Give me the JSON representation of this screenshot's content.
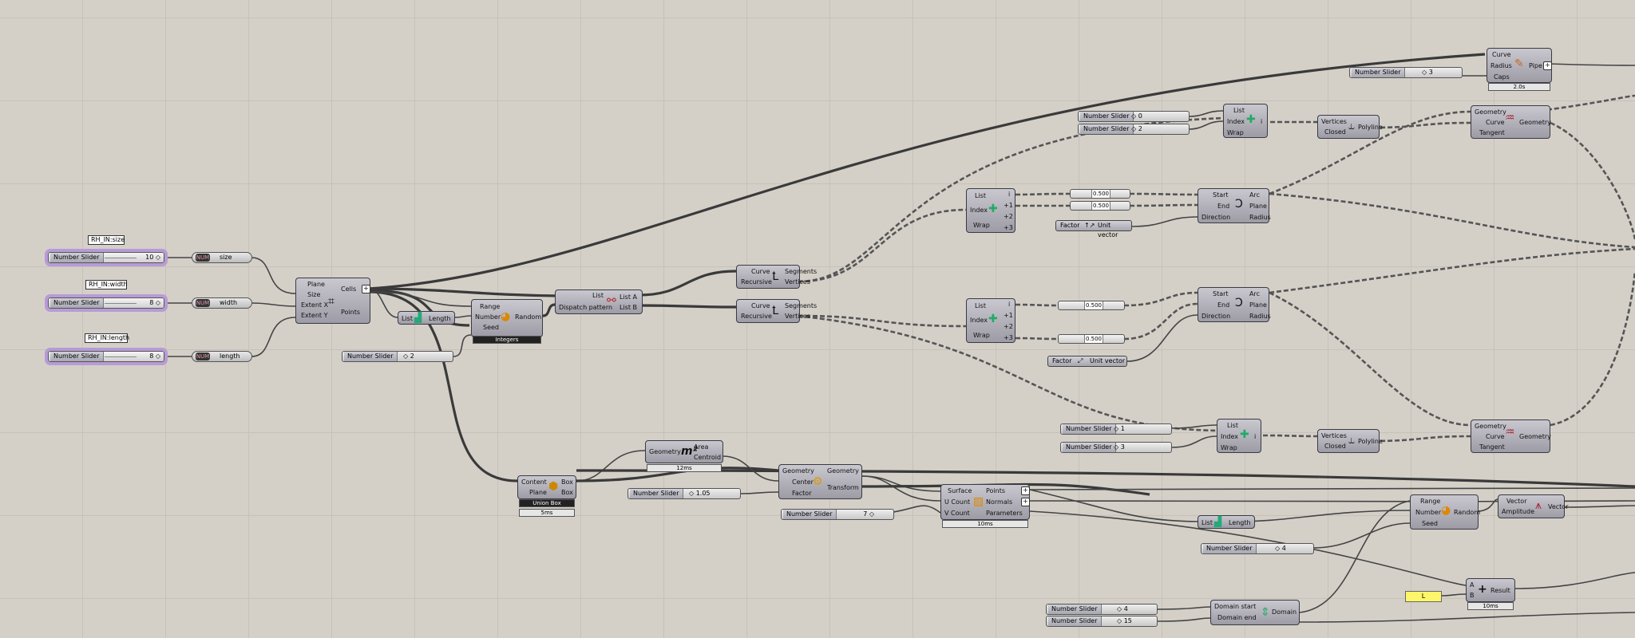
{
  "canvas": {
    "grid_color": "#c6c2ba",
    "background": "#d4d0c8",
    "selection": "#b79bd6"
  },
  "captions": {
    "size": "RH_IN:size",
    "width": "RH_IN:width",
    "length": "RH_IN:length"
  },
  "sliders": {
    "size": {
      "name": "Number Slider",
      "value": "10 ◇"
    },
    "width": {
      "name": "Number Slider",
      "value": "8 ◇"
    },
    "length": {
      "name": "Number Slider",
      "value": "8 ◇"
    },
    "s2": {
      "name": "Number Slider",
      "value": "◇ 2"
    },
    "pipe": {
      "name": "Number Slider",
      "value": "◇ 3"
    },
    "top0": {
      "name": "Number Slider",
      "value": "◇ 0"
    },
    "top2": {
      "name": "Number Slider",
      "value": "◇ 2"
    },
    "mid1": {
      "name": "Number Slider",
      "value": "◇ 1"
    },
    "mid3": {
      "name": "Number Slider",
      "value": "◇ 3"
    },
    "scale": {
      "name": "Number Slider",
      "value": "◇ 1.05"
    },
    "count": {
      "name": "Number Slider",
      "value": "7 ◇"
    },
    "seed": {
      "name": "Number Slider",
      "value": "◇ 4"
    },
    "dstart": {
      "name": "Number Slider",
      "value": "◇ 4"
    },
    "dend": {
      "name": "Number Slider",
      "value": "◇ 15"
    }
  },
  "params": {
    "size": "size",
    "width": "width",
    "length": "length",
    "icon": "NUM"
  },
  "rect": {
    "in": [
      "Plane",
      "Size",
      "Extent X",
      "Extent Y"
    ],
    "out": [
      "Cells",
      "Points"
    ]
  },
  "listlen": {
    "in": "List",
    "out": "Length"
  },
  "random": {
    "in": [
      "Range",
      "Number",
      "Seed"
    ],
    "out": "Random",
    "footer": "Integers"
  },
  "dispatch": {
    "in": [
      "List",
      "Dispatch pattern"
    ],
    "out": [
      "List A",
      "List B"
    ]
  },
  "explode": {
    "in": [
      "Curve",
      "Recursive"
    ],
    "out": [
      "Segments",
      "Vertices"
    ]
  },
  "listitem": {
    "in": [
      "List",
      "Index",
      "Wrap"
    ],
    "out": [
      "i",
      "+1",
      "+2",
      "+3"
    ]
  },
  "mini": {
    "v": "0.500"
  },
  "unitvec": {
    "in": "Factor",
    "out": "Unit vector"
  },
  "arc": {
    "in": [
      "Start",
      "End",
      "Direction"
    ],
    "out": [
      "Arc",
      "Plane",
      "Radius"
    ]
  },
  "pipe": {
    "in": [
      "Curve",
      "Radius",
      "Caps"
    ],
    "out": "Pipe",
    "footer": "2.0s"
  },
  "item3": {
    "in": [
      "List",
      "Index",
      "Wrap"
    ],
    "out": "i"
  },
  "polyline": {
    "in": [
      "Vertices",
      "Closed"
    ],
    "out": "Polyline"
  },
  "sweep": {
    "in": [
      "Geometry",
      "Curve",
      "Tangent"
    ],
    "out": "Geometry"
  },
  "area": {
    "in": "Geometry",
    "out": [
      "Area",
      "Centroid"
    ],
    "footer": "12ms"
  },
  "union": {
    "in": [
      "Content",
      "Plane"
    ],
    "out": [
      "Box",
      "Box"
    ],
    "footer1": "Union Box",
    "footer2": "5ms"
  },
  "scale": {
    "in": [
      "Geometry",
      "Center",
      "Factor"
    ],
    "out": [
      "Geometry",
      "Transform"
    ]
  },
  "divide": {
    "in": [
      "Surface",
      "U Count",
      "V Count"
    ],
    "out": [
      "Points",
      "Normals",
      "Parameters"
    ],
    "footer": "10ms"
  },
  "random2": {
    "in": [
      "Range",
      "Number",
      "Seed"
    ],
    "out": "Random"
  },
  "amp": {
    "in": [
      "Vector",
      "Amplitude"
    ],
    "out": "Vector"
  },
  "addition": {
    "in": [
      "A",
      "B"
    ],
    "out": "Result",
    "footer": "10ms"
  },
  "panel": {
    "value": "L"
  },
  "domain": {
    "in": [
      "Domain start",
      "Domain end"
    ],
    "out": "Domain"
  }
}
